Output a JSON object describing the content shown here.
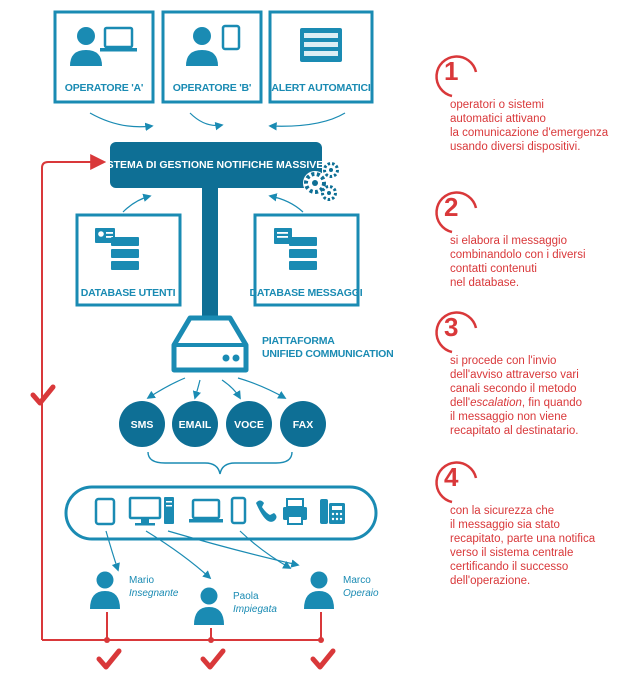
{
  "operators": [
    {
      "id": "a",
      "label": "OPERATORE  'A'"
    },
    {
      "id": "b",
      "label": "OPERATORE  'B'"
    },
    {
      "id": "alert",
      "label": "ALERT AUTOMATICI"
    }
  ],
  "central_system": {
    "label": "SISTEMA DI GESTIONE NOTIFICHE MASSIVE"
  },
  "databases": [
    {
      "id": "utenti",
      "label": "DATABASE UTENTI"
    },
    {
      "id": "messaggi",
      "label": "DATABASE MESSAGGI"
    }
  ],
  "platform": {
    "line1": "PIATTAFORMA",
    "line2": "UNIFIED COMMUNICATION"
  },
  "channels": [
    "SMS",
    "EMAIL",
    "VOCE",
    "FAX"
  ],
  "devices": [
    "tablet-icon",
    "desktop-computer-icon",
    "laptop-icon",
    "smartphone-icon",
    "handset-icon",
    "fax-machine-icon",
    "desk-phone-icon"
  ],
  "recipients": [
    {
      "name": "Mario",
      "role": "Insegnante"
    },
    {
      "name": "Paola",
      "role": "Impiegata"
    },
    {
      "name": "Marco",
      "role": "Operaio"
    }
  ],
  "steps": [
    {
      "number": "1",
      "lines": [
        "operatori o sistemi",
        "automatici attivano",
        "la comunicazione d'emergenza",
        "usando diversi dispositivi."
      ]
    },
    {
      "number": "2",
      "lines": [
        "si elabora il messaggio",
        "combinandolo con i diversi",
        "contatti contenuti",
        "nel database."
      ]
    },
    {
      "number": "3",
      "lines_pre": [
        "si procede con l'invio",
        "dell'avviso attraverso vari",
        "canali secondo il metodo"
      ],
      "line_mixed": {
        "before": "dell'",
        "italic": "escalation",
        "after": ", fin quando"
      },
      "lines_post": [
        "il messaggio non viene",
        "recapitato al destinatario."
      ]
    },
    {
      "number": "4",
      "lines": [
        "con la sicurezza che",
        "il messaggio sia stato",
        "recapitato, parte una notifica",
        "verso il sistema centrale",
        "certificando il successo",
        "dell'operazione."
      ]
    }
  ],
  "colors": {
    "primary": "#1a8bb3",
    "dark": "#0e6f95",
    "accent": "#d9383a"
  }
}
